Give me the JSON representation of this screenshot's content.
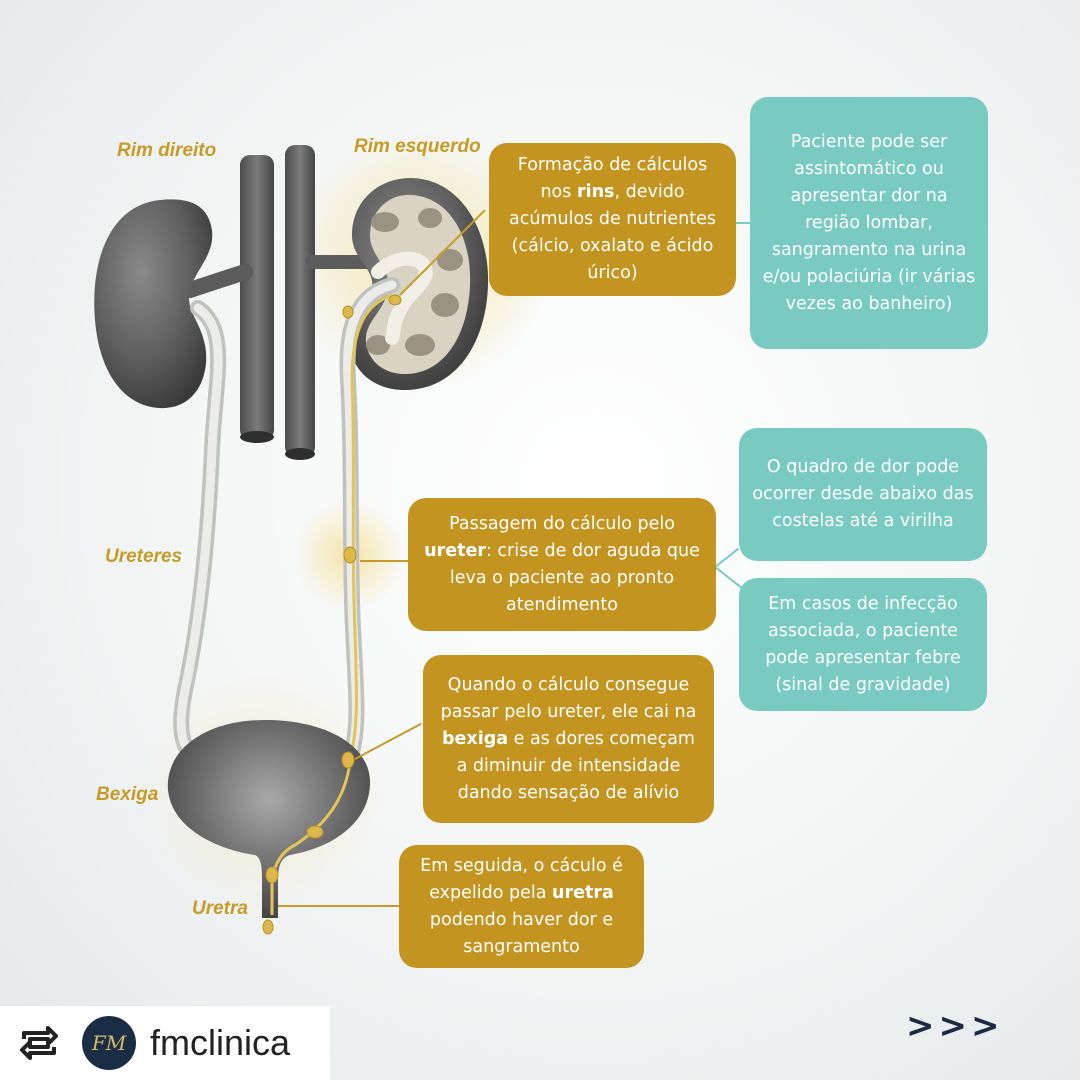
{
  "labels": {
    "rim_direito": "Rim direito",
    "rim_esquerdo": "Rim esquerdo",
    "ureteres": "Ureteres",
    "bexiga": "Bexiga",
    "uretra": "Uretra"
  },
  "boxes": {
    "rins": {
      "pre": "Formação de cálculos nos ",
      "bold": "rins",
      "post": ", devido acúmulos de nutrientes (cálcio, oxalato e ácido úrico)"
    },
    "sintomas_rins": "Paciente pode ser assintomático ou apresentar dor na região lombar, sangramento na urina e/ou polaciúria (ir várias vezes ao banheiro)",
    "ureter": {
      "pre": "Passagem do cálculo pelo ",
      "bold": "ureter",
      "post": ": crise de dor aguda que leva o paciente ao pronto atendimento"
    },
    "dor_quadro": "O quadro de dor pode ocorrer desde abaixo das costelas até a virilha",
    "infeccao": "Em casos de infecção associada, o paciente pode apresentar febre (sinal de gravidade)",
    "bexiga": {
      "pre": "Quando o cálculo consegue passar pelo ureter, ele cai na ",
      "bold": "bexiga",
      "post": " e as dores começam a diminuir de intensidade dando sensação de alívio"
    },
    "uretra": {
      "pre": "Em seguida, o cáculo é expelido pela ",
      "bold": "uretra",
      "post": " podendo haver dor e sangramento"
    }
  },
  "footer": {
    "handle": "fmclinica",
    "avatar_text": "FM",
    "next": ">>>"
  },
  "colors": {
    "gold": "#c3941f",
    "teal": "#79cbc2",
    "label": "#c69b27"
  }
}
